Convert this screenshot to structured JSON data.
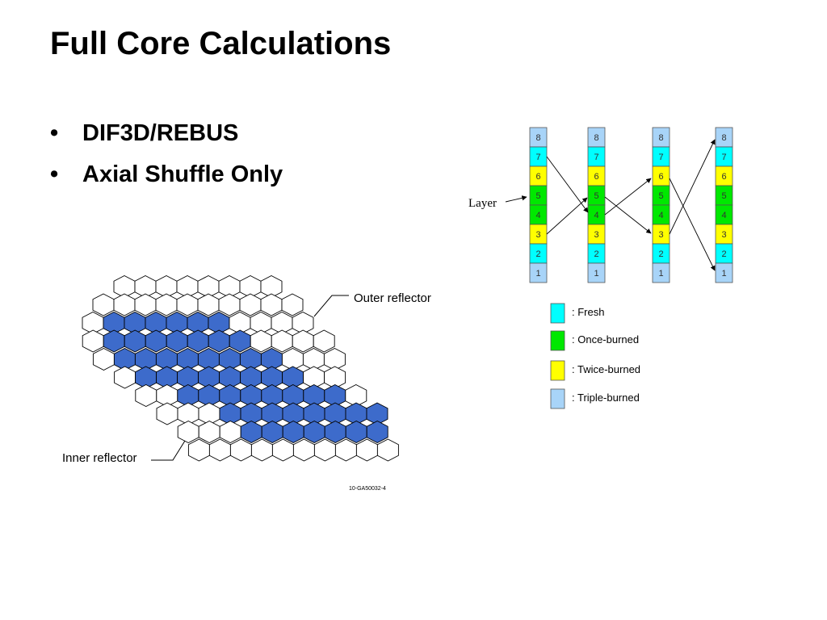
{
  "title": "Full Core Calculations",
  "bullets": [
    {
      "marker": "•",
      "text": "DIF3D/REBUS"
    },
    {
      "marker": "•",
      "text": "Axial Shuffle Only"
    }
  ],
  "core_map": {
    "outer_reflector_label": "Outer reflector",
    "inner_reflector_label": "Inner reflector",
    "figure_id": "10-GA50032-4",
    "colors": {
      "fuel": "#3d6bcb",
      "reflector": "#ffffff"
    }
  },
  "shuffle": {
    "layer_label": "Layer",
    "layers": [
      "8",
      "7",
      "6",
      "5",
      "4",
      "3",
      "2",
      "1"
    ],
    "columns": [
      [
        "triple",
        "fresh",
        "twice",
        "once",
        "once",
        "twice",
        "fresh",
        "triple"
      ],
      [
        "triple",
        "fresh",
        "twice",
        "once",
        "once",
        "twice",
        "fresh",
        "triple"
      ],
      [
        "triple",
        "fresh",
        "twice",
        "once",
        "once",
        "twice",
        "fresh",
        "triple"
      ],
      [
        "triple",
        "fresh",
        "twice",
        "once",
        "once",
        "twice",
        "fresh",
        "triple"
      ]
    ],
    "legend": [
      {
        "state": "fresh",
        "label": ": Fresh"
      },
      {
        "state": "once",
        "label": ": Once-burned"
      },
      {
        "state": "twice",
        "label": ": Twice-burned"
      },
      {
        "state": "triple",
        "label": ": Triple-burned"
      }
    ],
    "colors": {
      "fresh": "#00ffff",
      "once": "#00e800",
      "twice": "#ffff00",
      "triple": "#a8d4f8"
    }
  }
}
